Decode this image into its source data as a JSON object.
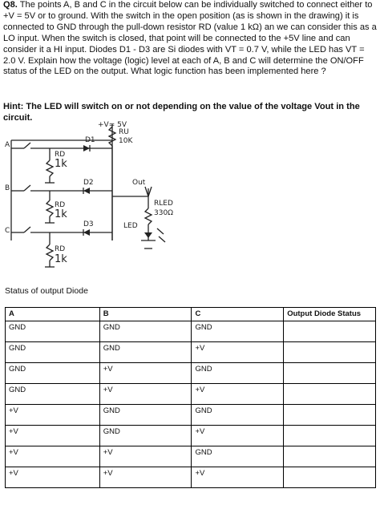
{
  "question": {
    "number": "Q8.",
    "text": "The points A, B and C in the circuit below can be individually switched to connect either to +V = 5V or to ground. With the switch in the open position (as is shown in the drawing) it is connected to GND through the pull-down resistor RD (value 1 kΩ) an we can consider this as a LO input. When the switch is closed, that point will be connected to the +5V line and can consider it a HI input. Diodes D1 - D3 are Si diodes with VT = 0.7 V, while the LED has VT = 2.0 V. Explain how the voltage (logic) level at each of A, B and C will determine the ON/OFF status of the LED on the output. What logic function has been implemented here ?",
    "hint": "Hint: The LED will switch on or not depending on the value of the voltage Vout in the circuit."
  },
  "circuit": {
    "supply_label": "+V= 5V",
    "ru_label": "RU",
    "ru_value": "10K",
    "d1_label": "D1",
    "d2_label": "D2",
    "d3_label": "D3",
    "rd_label": "RD",
    "rd_value": "1k",
    "node_a": "A",
    "node_b": "B",
    "node_c": "C",
    "out_label": "Out",
    "rled_label": "RLED",
    "rled_value": "330Ω",
    "led_label": "LED"
  },
  "status_title": "Status of output Diode",
  "table": {
    "headers": [
      "A",
      "B",
      "C",
      "Output Diode Status"
    ],
    "rows": [
      [
        "GND",
        "GND",
        "GND",
        ""
      ],
      [
        "GND",
        "GND",
        "+V",
        ""
      ],
      [
        "GND",
        "+V",
        "GND",
        ""
      ],
      [
        "GND",
        "+V",
        "+V",
        ""
      ],
      [
        "+V",
        "GND",
        "GND",
        ""
      ],
      [
        "+V",
        "GND",
        "+V",
        ""
      ],
      [
        "+V",
        "+V",
        "GND",
        ""
      ],
      [
        "+V",
        "+V",
        "+V",
        ""
      ]
    ]
  }
}
